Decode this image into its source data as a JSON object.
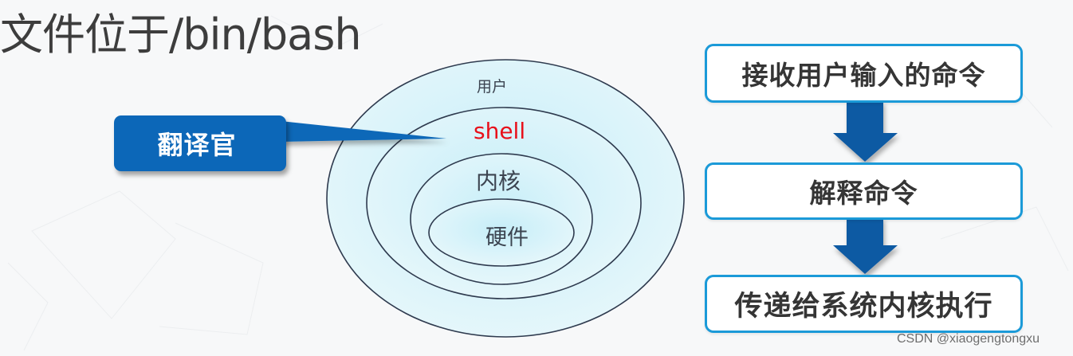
{
  "title": "文件位于/bin/bash",
  "layers": {
    "user": "用户",
    "shell": "shell",
    "kernel": "内核",
    "hardware": "硬件"
  },
  "callout": {
    "label": "翻译官"
  },
  "flow": {
    "steps": [
      {
        "label": "接收用户输入的命令"
      },
      {
        "label": "解释命令"
      },
      {
        "label": "传递给系统内核执行"
      }
    ]
  },
  "watermark": "CSDN @xiaogengtongxu",
  "colors": {
    "background": "#f7f8f9",
    "ellipse_fill": "#d6f2f8",
    "ellipse_stroke": "#2e3a4e",
    "shell_text": "#e8101a",
    "callout_fill": "#0c67b8",
    "step_border": "#1b9ad8",
    "arrow": "#0b5aa3"
  }
}
